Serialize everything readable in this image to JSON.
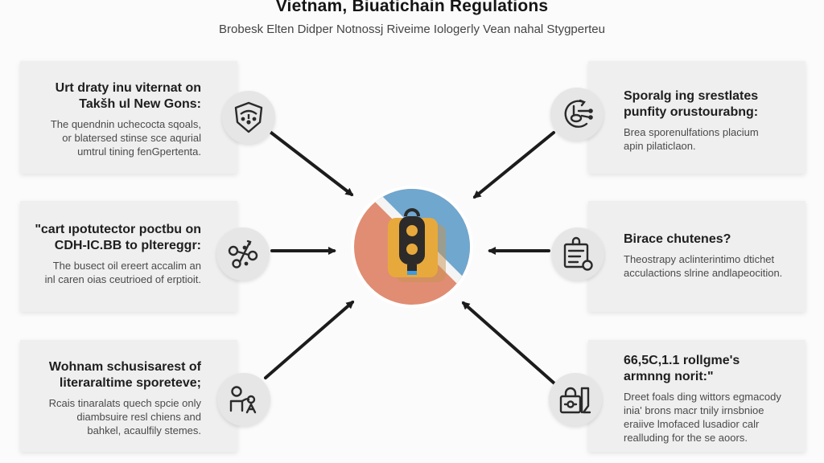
{
  "header": {
    "title": "Vietnam, Biuatichain Regulations",
    "subtitle": "Brobesk Elten Didper Notnossj Riveime Iologeгly Vean nahal Stygperteu"
  },
  "colors": {
    "hub_blue": "#6fa7cf",
    "hub_salmon": "#e08d73",
    "hub_tile": "#e8a93c",
    "arrow": "#1c1c1c",
    "card_bg": "#efefef"
  },
  "hub": {
    "icon": "traffic-light-lock-icon"
  },
  "cards": [
    {
      "side": "left",
      "icon": "shield-icon",
      "head": [
        "Urt draty inu viternat on",
        "Takšh ul New Gons:"
      ],
      "body": [
        "The quendnin uchecocta sqoals,",
        "or blatersed stinse sce aqurial",
        "umtrul tining fenGpertenta."
      ]
    },
    {
      "side": "left",
      "icon": "network-nodes-icon",
      "head": [
        "\"cart ıpotutector poctbu on",
        "CDH-IC.BB to pltereggr:"
      ],
      "body": [
        "The busect oil ereert accalim an",
        "inl caren oias ceutrioed of erptioit."
      ]
    },
    {
      "side": "left",
      "icon": "people-icon",
      "head": [
        "Wohnam schusisarest of",
        "literaraltime sporeteve;"
      ],
      "body": [
        "Rcais tinaralats quech spcie only",
        "diambsuire resl chiens and",
        "bahkel, acaulfily stemes."
      ]
    },
    {
      "side": "right",
      "icon": "cycle-arrows-icon",
      "head": [
        "Sporalg ing srestlates",
        "punfity orustourabng:"
      ],
      "body": [
        "Brea sporenulfations placium",
        "apin pilaticlaon."
      ]
    },
    {
      "side": "right",
      "icon": "clipboard-icon",
      "head": [
        "Birace chutenes?"
      ],
      "body": [
        "Theostrapy aclinterintimo dtichet",
        "acculactions slrine andlapeocition."
      ]
    },
    {
      "side": "right",
      "icon": "briefcase-icon",
      "head": [
        "66,5C,1.1 rollgme's",
        "armnng norit:\""
      ],
      "body": [
        "Dreet foals ding wittors egmacody",
        "inia' brons macr tnily irnsbnioe",
        "eraiive lmofaced lusadior calr",
        "realluding for the se aoors."
      ]
    }
  ]
}
